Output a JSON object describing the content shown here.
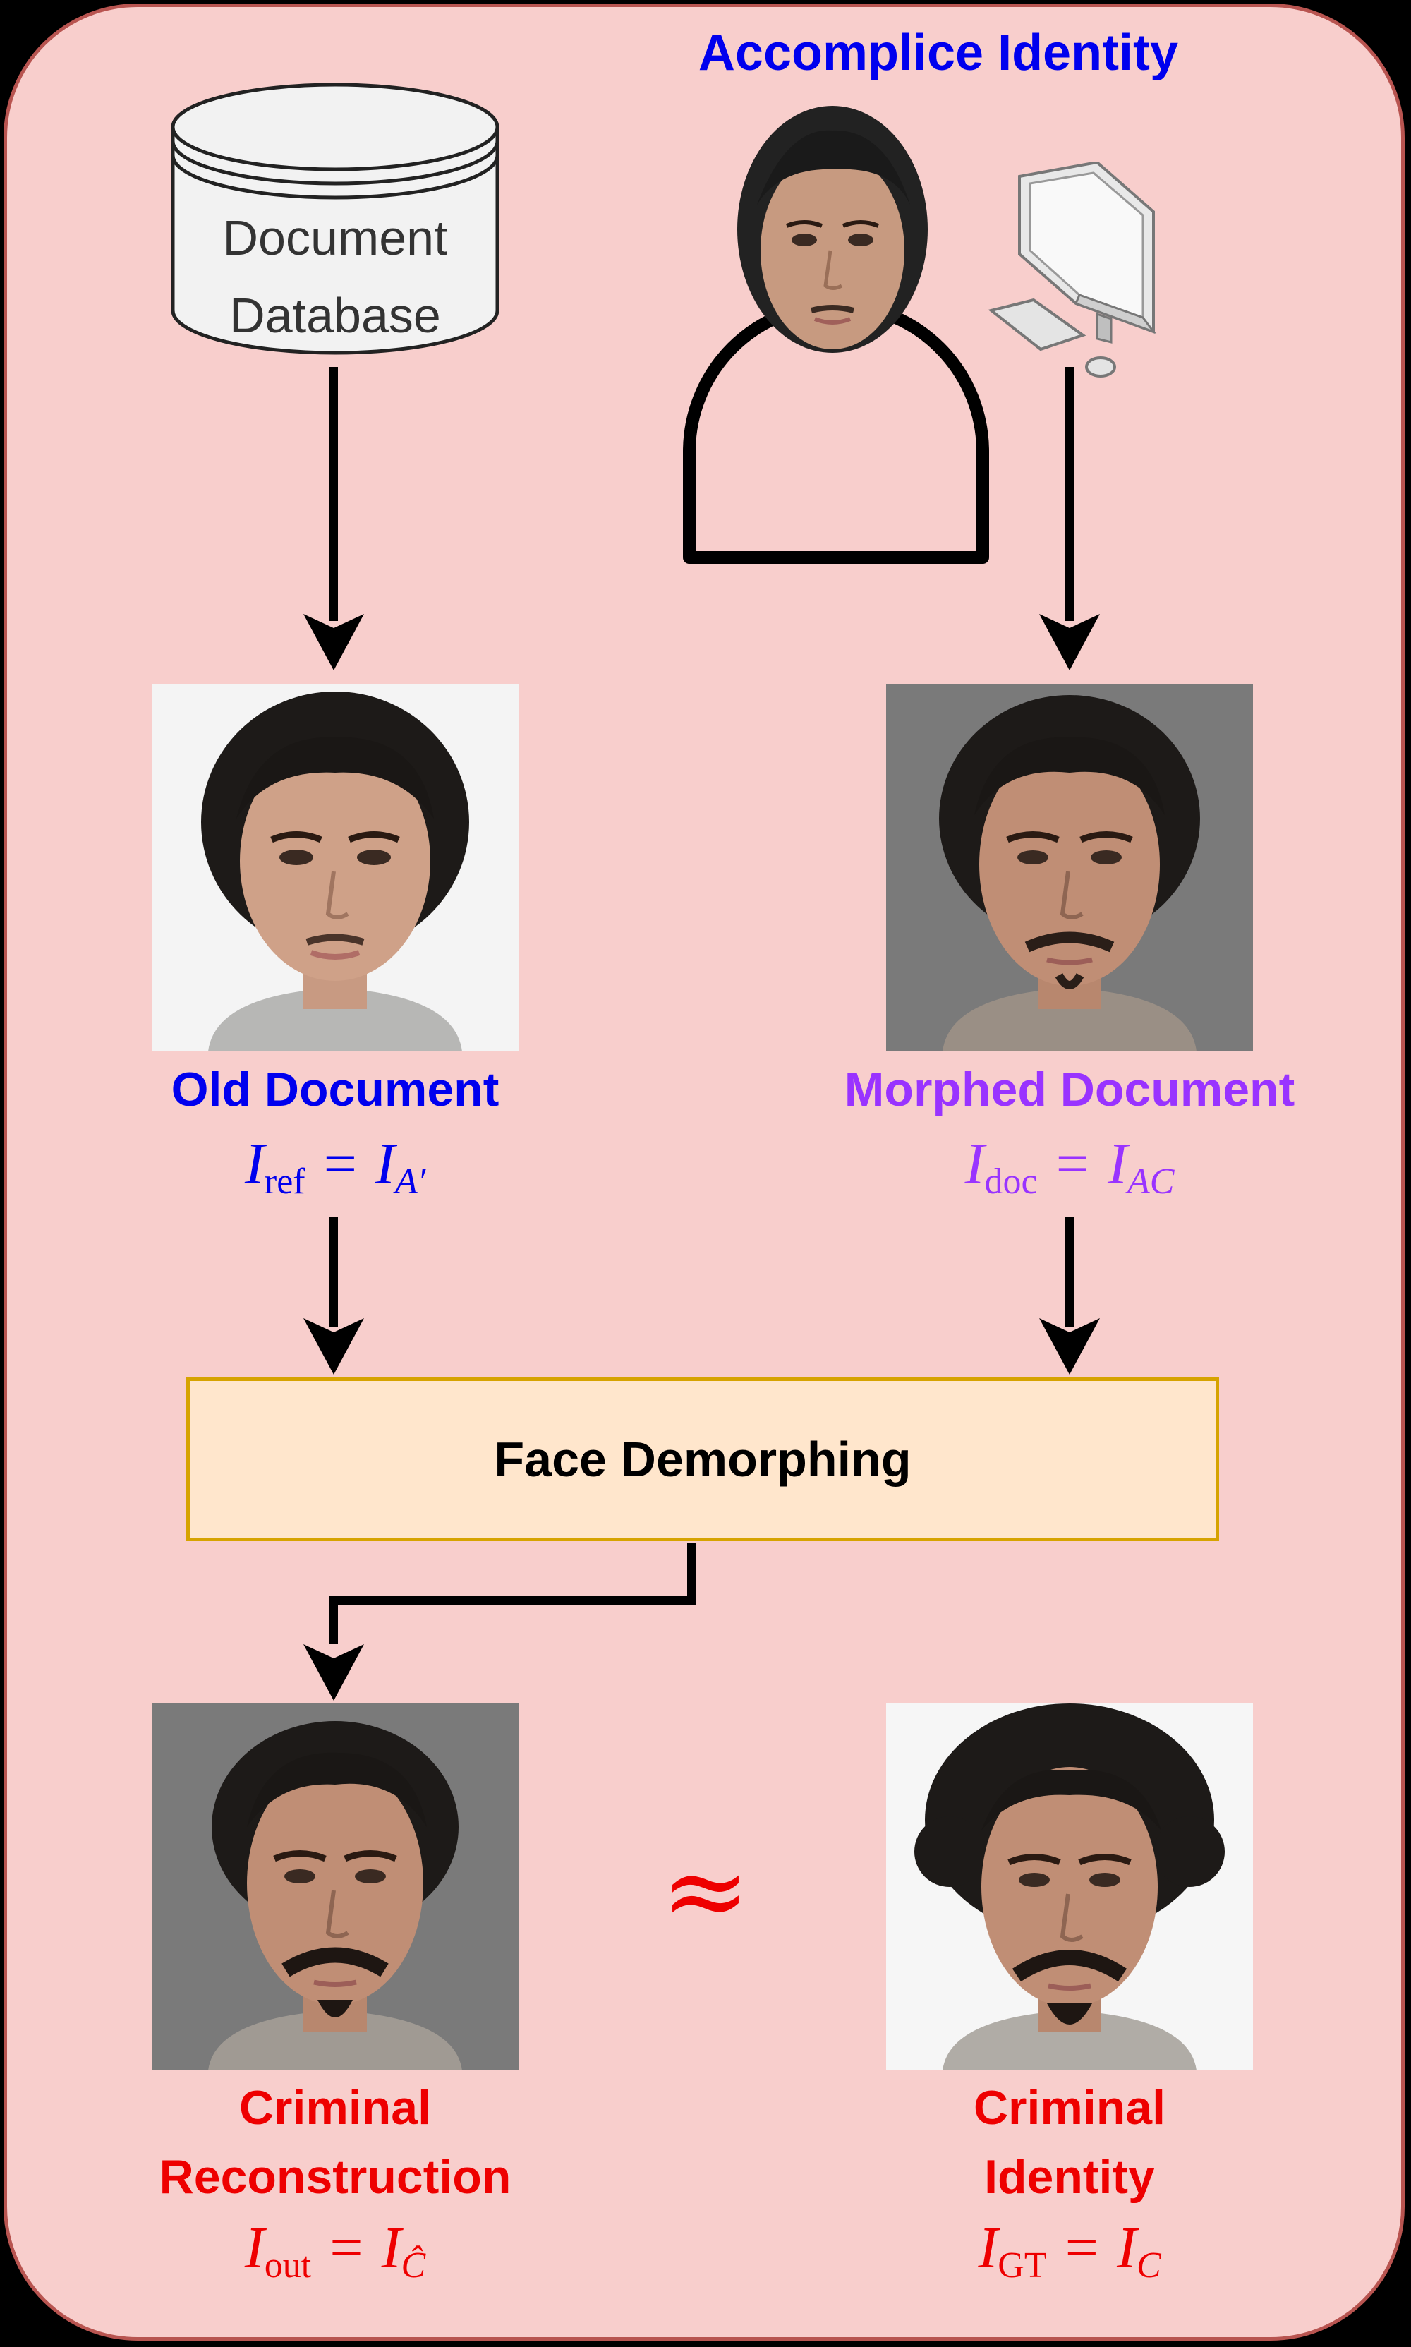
{
  "accomplice": {
    "label": "Accomplice Identity"
  },
  "database": {
    "line1": "Document",
    "line2": "Database"
  },
  "old_document": {
    "label": "Old Document",
    "lhs_main": "I",
    "lhs_sub": "ref",
    "rhs_main": "I",
    "rhs_sub": "A′"
  },
  "morphed_document": {
    "label": "Morphed Document",
    "lhs_main": "I",
    "lhs_sub": "doc",
    "rhs_main": "I",
    "rhs_sub": "AC"
  },
  "process": {
    "label": "Face Demorphing"
  },
  "reconstruction": {
    "line1": "Criminal",
    "line2": "Reconstruction",
    "lhs_main": "I",
    "lhs_sub": "out",
    "rhs_main": "I",
    "rhs_sub": "Ĉ"
  },
  "criminal": {
    "line1": "Criminal",
    "line2": "Identity",
    "lhs_main": "I",
    "lhs_sub": "GT",
    "rhs_main": "I",
    "rhs_sub": "C"
  },
  "relation": {
    "symbol": "≈"
  },
  "colors": {
    "panel_fill": "#f8cecc",
    "panel_border": "#b85450",
    "accomplice_blue": "#0000ee",
    "morph_purple": "#9933ff",
    "criminal_red": "#ee0000",
    "process_fill": "#ffe6cc",
    "process_border": "#d6a300"
  },
  "icons": [
    "database-icon",
    "person-icon",
    "computer-icon"
  ]
}
